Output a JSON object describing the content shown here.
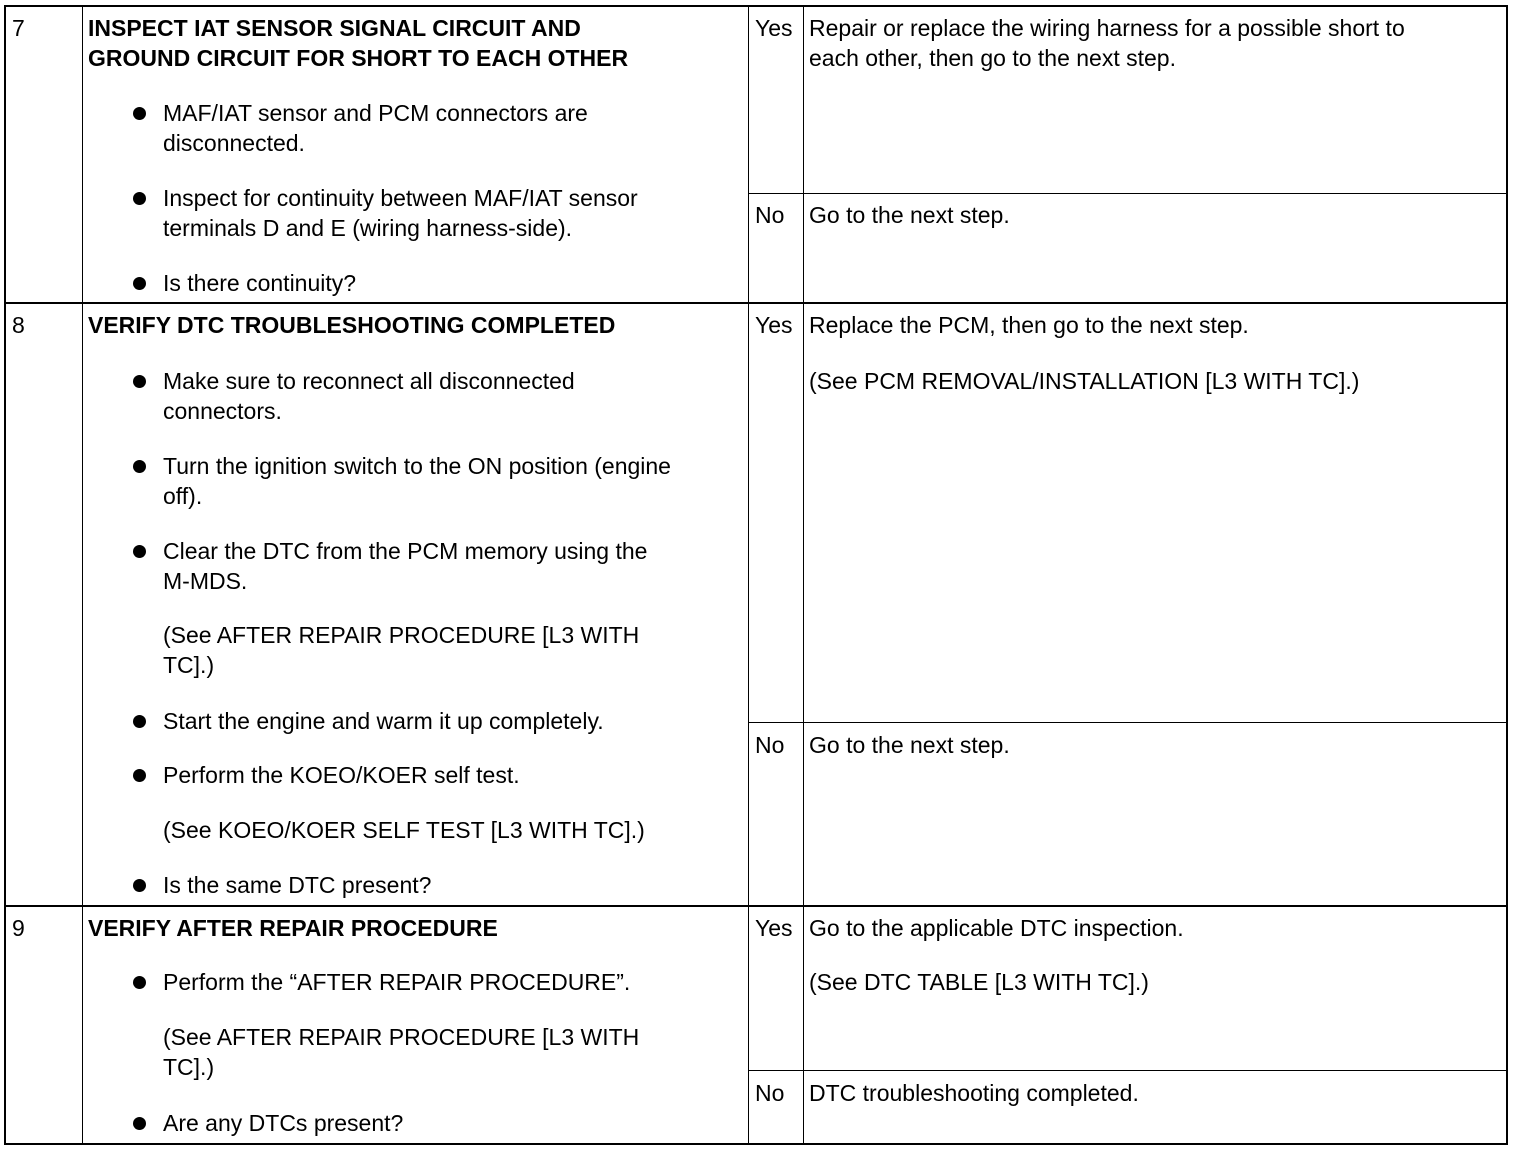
{
  "steps": [
    {
      "number": "7",
      "title": [
        "INSPECT IAT SENSOR SIGNAL CIRCUIT AND",
        "GROUND CIRCUIT FOR SHORT TO EACH OTHER"
      ],
      "items": [
        [
          "MAF/IAT sensor and PCM connectors are",
          "disconnected."
        ],
        [
          "Inspect for continuity between MAF/IAT sensor",
          "terminals D and E (wiring harness-side)."
        ],
        [
          "Is there continuity?"
        ]
      ],
      "yes_label": "Yes",
      "yes_action": [
        "Repair or replace the wiring harness for a possible short to",
        "each other, then go to the next step."
      ],
      "no_label": "No",
      "no_action": [
        "Go to the next step."
      ]
    },
    {
      "number": "8",
      "title": [
        "VERIFY DTC TROUBLESHOOTING COMPLETED"
      ],
      "items": [
        [
          "Make sure to reconnect all disconnected",
          "connectors."
        ],
        [
          "Turn the ignition switch to the ON position (engine",
          "off)."
        ],
        [
          "Clear the DTC from the PCM memory using the",
          "M-MDS."
        ],
        [
          "(See AFTER REPAIR PROCEDURE [L3 WITH",
          "TC].)"
        ],
        [
          "Start the engine and warm it up completely."
        ],
        [
          "Perform the KOEO/KOER self test."
        ],
        [
          "(See KOEO/KOER SELF TEST [L3 WITH TC].)"
        ],
        [
          "Is the same DTC present?"
        ]
      ],
      "yes_label": "Yes",
      "yes_action": [
        "Replace the PCM, then go to the next step.",
        "(See PCM REMOVAL/INSTALLATION [L3 WITH TC].)"
      ],
      "no_label": "No",
      "no_action": [
        "Go to the next step."
      ]
    },
    {
      "number": "9",
      "title": [
        "VERIFY AFTER REPAIR PROCEDURE"
      ],
      "items": [
        [
          "Perform the “AFTER REPAIR PROCEDURE”."
        ],
        [
          "(See AFTER REPAIR PROCEDURE [L3 WITH",
          "TC].)"
        ],
        [
          "Are any DTCs present?"
        ]
      ],
      "yes_label": "Yes",
      "yes_action": [
        "Go to the applicable DTC inspection.",
        "(See DTC TABLE [L3 WITH TC].)"
      ],
      "no_label": "No",
      "no_action": [
        "DTC troubleshooting completed."
      ]
    }
  ]
}
